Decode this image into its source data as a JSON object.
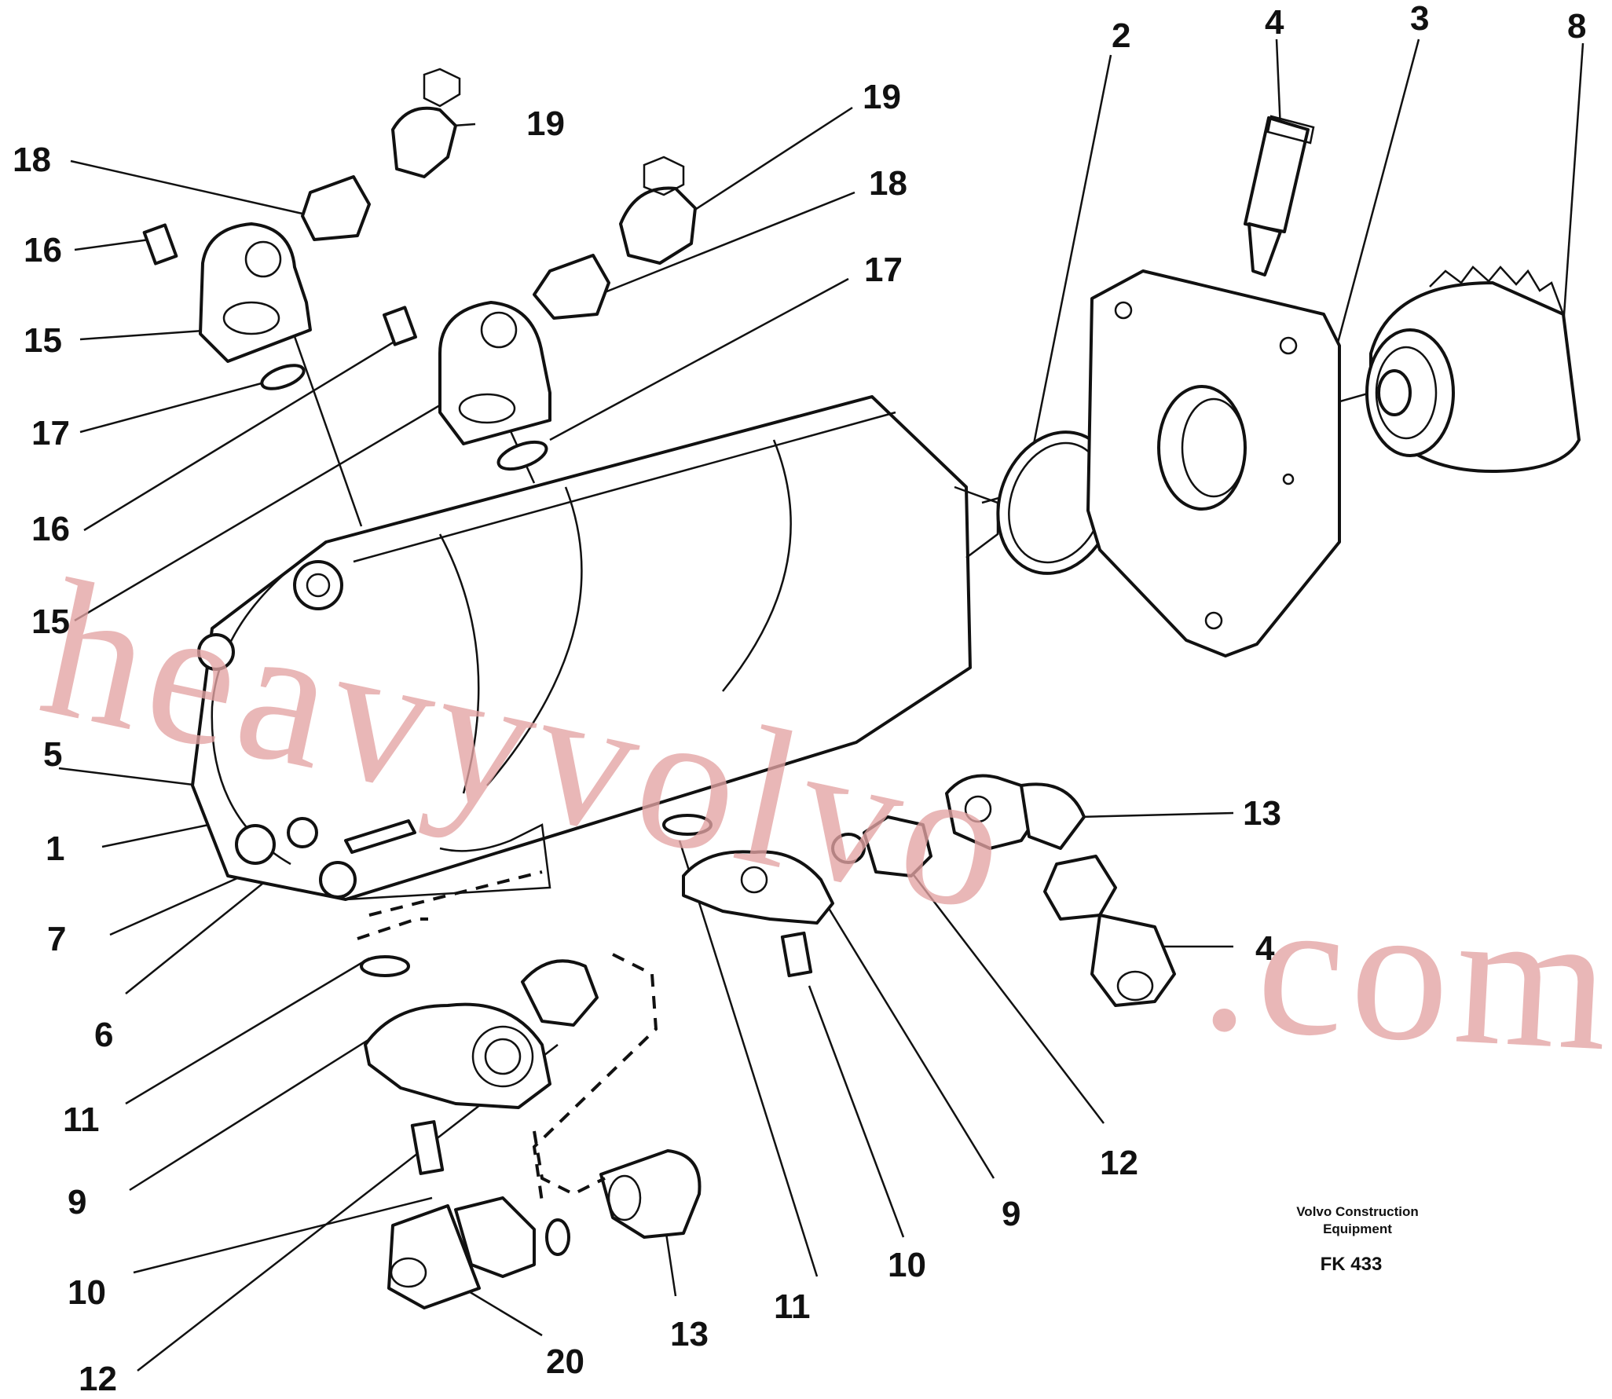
{
  "labels": {
    "l18a": "18",
    "l19a": "19",
    "l16a": "16",
    "l15a": "15",
    "l17a": "17",
    "l16b": "16",
    "l15b": "15",
    "l19b": "19",
    "l18b": "18",
    "l17b": "17",
    "l2": "2",
    "l4a": "4",
    "l3": "3",
    "l8": "8",
    "l5": "5",
    "l1": "1",
    "l7": "7",
    "l6": "6",
    "l13a": "13",
    "l4b": "4",
    "l11a": "11",
    "l9a": "9",
    "l10a": "10",
    "l12a": "12",
    "l20": "20",
    "l13b": "13",
    "l11b": "11",
    "l10b": "10",
    "l9b": "9",
    "l12b": "12"
  },
  "caption": {
    "line1": "Volvo Construction",
    "line2": "Equipment",
    "code": "FK 433"
  },
  "watermark": {
    "text_a": "heavyvolvo",
    "text_b": ".com",
    "color": "#e4a3a3"
  }
}
